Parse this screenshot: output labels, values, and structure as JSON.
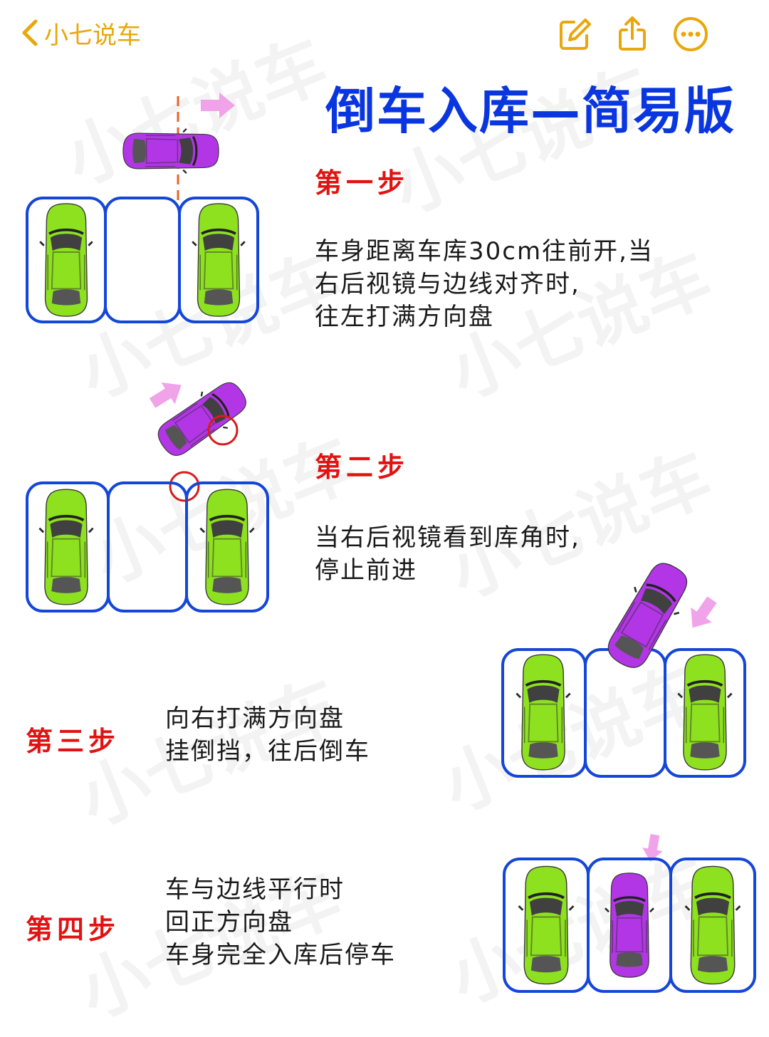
{
  "topbar": {
    "back_label": "小七说车",
    "accent_color": "#e9a70b",
    "icons": [
      "chevron-left-icon",
      "compose-icon",
      "share-icon",
      "more-icon"
    ]
  },
  "title": "倒车入库—简易版",
  "watermark": "小七说车",
  "steps": [
    {
      "label": "第一步",
      "lines": [
        "车身距离车库30cm往前开,当",
        "右后视镜与边线对齐时,",
        "往左打满方向盘"
      ]
    },
    {
      "label": "第二步",
      "lines": [
        "当右后视镜看到库角时,",
        "停止前进"
      ]
    },
    {
      "label": "第三步",
      "lines": [
        "向右打满方向盘",
        "挂倒挡，往后倒车"
      ]
    },
    {
      "label": "第四步",
      "lines": [
        "车与边线平行时",
        "回正方向盘",
        "车身完全入库后停车"
      ]
    }
  ],
  "colors": {
    "title": "#0a36e0",
    "step_label": "#e21212",
    "parking_line": "#1446d8",
    "parked_car": "#8ee11f",
    "moving_car": "#b236e6",
    "arrow": "#f0a3e8",
    "marker_circle": "#d81b1b",
    "guide_line": "#e8632a"
  }
}
